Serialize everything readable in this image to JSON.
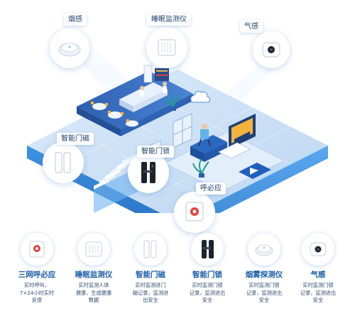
{
  "callouts": {
    "smoke": "烟感",
    "sleep": "睡眠监测仪",
    "gas": "气感",
    "door_magnet": "智能门磁",
    "door_lock": "智能门锁",
    "call": "呼必应"
  },
  "legend": [
    {
      "title": "三网呼必应",
      "lines": [
        "实时呼叫，",
        "7×24小时实时",
        "反馈"
      ],
      "icon": "call-button-icon"
    },
    {
      "title": "睡眠监测仪",
      "lines": [
        "实时监测人体",
        "健康，生成健康",
        "数据"
      ],
      "icon": "sleep-monitor-icon"
    },
    {
      "title": "智能门磁",
      "lines": [
        "实时监测进门",
        "磁记录，监测进",
        "出安全"
      ],
      "icon": "door-magnet-icon"
    },
    {
      "title": "智能门锁",
      "lines": [
        "实时监测门锁",
        "记录，监测进出",
        "安全"
      ],
      "icon": "door-lock-icon"
    },
    {
      "title": "烟雾探测仪",
      "lines": [
        "实时监测门锁",
        "记录，监测进出",
        "安全"
      ],
      "icon": "smoke-detector-icon"
    },
    {
      "title": "气感",
      "lines": [
        "实时监测门锁",
        "记录，监测进出",
        "安全"
      ],
      "icon": "gas-sensor-icon"
    }
  ],
  "colors": {
    "title_blue": "#1c5ea8",
    "platform_top": "#cfe3f7",
    "platform_side": "#3a8ad8",
    "accent_red": "#e2433b"
  }
}
